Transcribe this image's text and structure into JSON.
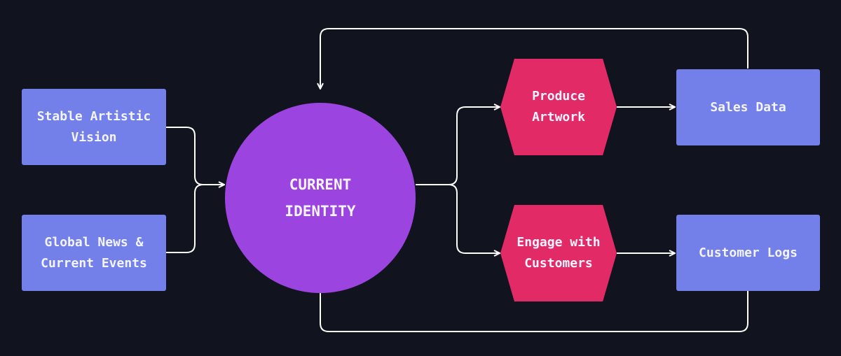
{
  "nodes": {
    "stable_vision": "Stable Artistic\nVision",
    "global_news": "Global News &\nCurrent Events",
    "current_identity": "CURRENT\nIDENTITY",
    "produce_artwork": "Produce\nArtwork",
    "engage_customers": "Engage with\nCustomers",
    "sales_data": "Sales Data",
    "customer_logs": "Customer Logs"
  },
  "colors": {
    "background": "#11141f",
    "input_box": "#7380ea",
    "identity_circle": "#9b44e0",
    "action_hexagon": "#e22a66",
    "connector": "#ffffff"
  }
}
